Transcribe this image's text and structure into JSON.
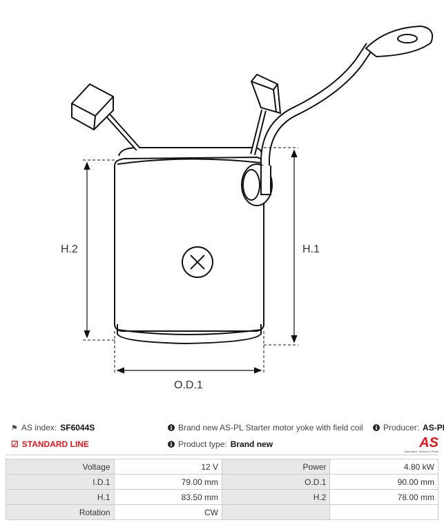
{
  "drawing": {
    "labels": {
      "h2": "H.2",
      "h1": "H.1",
      "od1": "O.D.1"
    }
  },
  "info": {
    "as_index_label": "AS index:",
    "as_index_value": "SF6044S",
    "standard_line": "STANDARD LINE",
    "description": "Brand new AS-PL Starter motor yoke with field coil",
    "product_type_label": "Product type:",
    "product_type_value": "Brand new",
    "producer_label": "Producer:",
    "producer_value": "AS-PL",
    "logo_text": "AS",
    "logo_tagline": "Alternators, Starters & Parts",
    "accent_color": "#e3161b"
  },
  "specs": [
    [
      "Voltage",
      "12 V",
      "Power",
      "4.80 kW"
    ],
    [
      "I.D.1",
      "79.00 mm",
      "O.D.1",
      "90.00 mm"
    ],
    [
      "H.1",
      "83.50 mm",
      "H.2",
      "78.00 mm"
    ],
    [
      "Rotation",
      "CW",
      "",
      ""
    ]
  ]
}
